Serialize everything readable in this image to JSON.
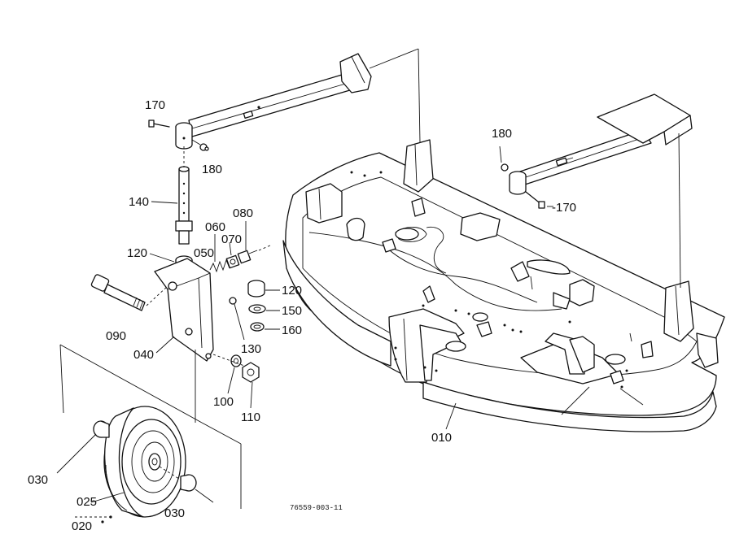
{
  "diagram": {
    "drawing_code": "76559-003-11",
    "labels": {
      "p170_top": "170",
      "p180_top": "180",
      "p140": "140",
      "p060": "060",
      "p080": "080",
      "p120_left": "120",
      "p050": "050",
      "p070": "070",
      "p120_right": "120",
      "p150": "150",
      "p160": "160",
      "p090": "090",
      "p040": "040",
      "p130": "130",
      "p100": "100",
      "p110": "110",
      "p180_right": "180",
      "p170_right": "-170",
      "p010": "010",
      "p030_left": "030",
      "p025": "025",
      "p020": "020",
      "p030_right": "030"
    }
  }
}
